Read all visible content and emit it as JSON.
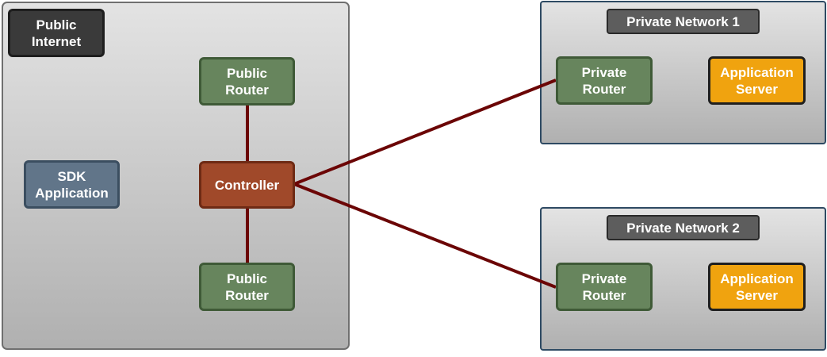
{
  "public_internet": {
    "label": "Public\nInternet",
    "public_router_top": "Public\nRouter",
    "sdk_application": "SDK\nApplication",
    "controller": "Controller",
    "public_router_bottom": "Public\nRouter"
  },
  "private_network_1": {
    "label": "Private Network 1",
    "router": "Private\nRouter",
    "server": "Application\nServer"
  },
  "private_network_2": {
    "label": "Private Network 2",
    "router": "Private\nRouter",
    "server": "Application\nServer"
  },
  "colors": {
    "link": "#6b0505",
    "router": "#67855d",
    "controller": "#a0492a",
    "sdk": "#617589",
    "server": "#f0a30f"
  }
}
